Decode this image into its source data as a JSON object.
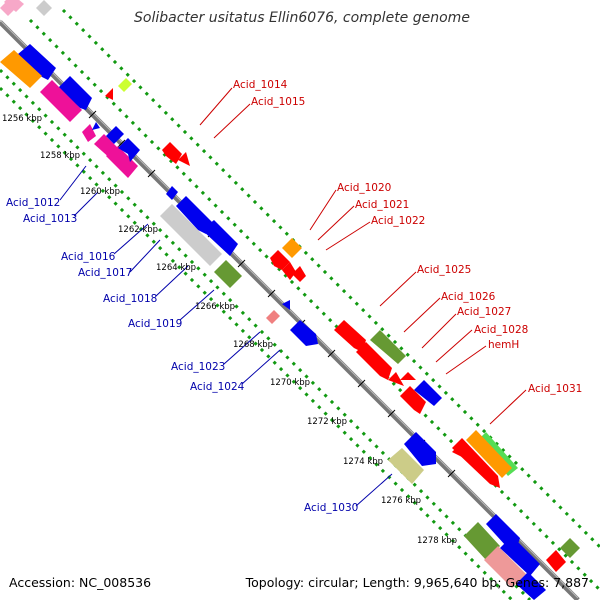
{
  "title": "Solibacter usitatus Ellin6076, complete genome",
  "footer": {
    "accession": "Accession: NC_008536",
    "summary": "Topology: circular; Length: 9,965,640 bp; Genes: 7,887"
  },
  "colors": {
    "forward_label": "#cc0000",
    "reverse_label": "#0000aa",
    "backbone": "#888888",
    "dots": "#119911"
  },
  "ticks": [
    "1256 kbp",
    "1258 kbp",
    "1260 kbp",
    "1262 kbp",
    "1264 kbp",
    "1266 kbp",
    "1268 kbp",
    "1270 kbp",
    "1272 kbp",
    "1274 kbp",
    "1276 kbp",
    "1278 kbp"
  ],
  "labels_forward": [
    "Acid_1014",
    "Acid_1015",
    "Acid_1020",
    "Acid_1021",
    "Acid_1022",
    "Acid_1025",
    "Acid_1026",
    "Acid_1027",
    "Acid_1028",
    "hemH",
    "Acid_1031"
  ],
  "labels_reverse": [
    "Acid_1012",
    "Acid_1013",
    "Acid_1016",
    "Acid_1017",
    "Acid_1018",
    "Acid_1019",
    "Acid_1023",
    "Acid_1024",
    "Acid_1030"
  ]
}
